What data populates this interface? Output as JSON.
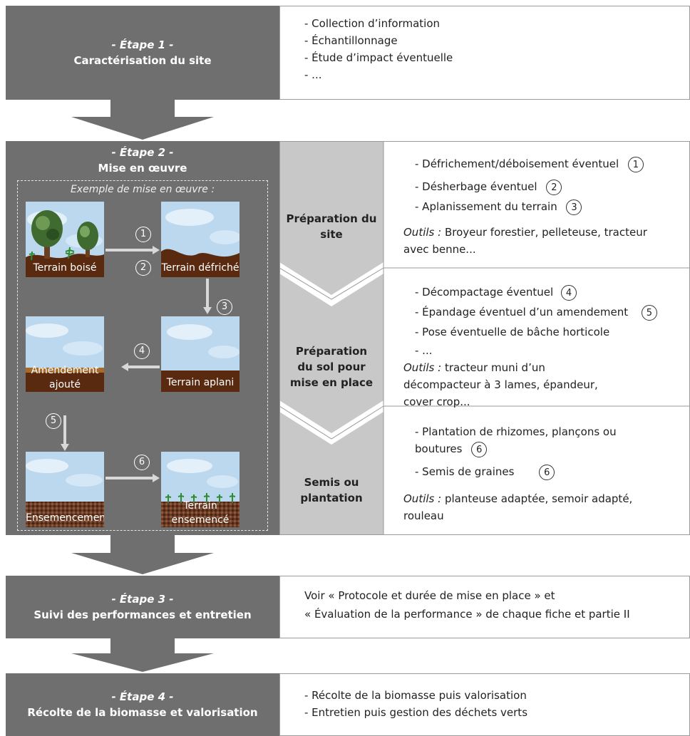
{
  "step1": {
    "step_label": "- Étape 1 -",
    "title": "Caractérisation du site",
    "items": [
      "- Collection d’information",
      "- Échantillonnage",
      "- Étude d’impact éventuelle",
      "- ..."
    ]
  },
  "step2": {
    "step_label": "- Étape 2 -",
    "title": "Mise en œuvre",
    "example_title": "Exemple de mise en œuvre :",
    "tiles": {
      "boise": "Terrain boisé",
      "defriche": "Terrain défriché",
      "aplani": "Terrain aplani",
      "amendement": "Amendement ajouté",
      "ensemencement": "Ensemencement",
      "ensemence": "Terrain ensemencé"
    },
    "markers": [
      "1",
      "2",
      "3",
      "4",
      "5",
      "6"
    ],
    "phases": [
      {
        "label": "Préparation du site",
        "items": [
          {
            "text": "- Défrichement/déboisement éventuel",
            "marker": "1"
          },
          {
            "text": "- Désherbage éventuel",
            "marker": "2"
          },
          {
            "text": "- Aplanissement du terrain",
            "marker": "3"
          }
        ],
        "tools_label": "Outils :",
        "tools": "Broyeur forestier, pelleteuse, tracteur avec benne..."
      },
      {
        "label": "Préparation du sol pour mise en place",
        "items": [
          {
            "text": "- Décompactage éventuel",
            "marker": "4"
          },
          {
            "text": "- Épandage éventuel d’un amendement",
            "marker": "5"
          },
          {
            "text": "- Pose éventuelle de bâche horticole",
            "marker": ""
          },
          {
            "text": "- ...",
            "marker": ""
          }
        ],
        "tools_label": "Outils :",
        "tools": "tracteur muni d’un décompacteur à 3 lames, épandeur, cover crop..."
      },
      {
        "label": "Semis ou plantation",
        "items": [
          {
            "text": "- Plantation de rhizomes, plançons ou boutures",
            "marker": "6"
          },
          {
            "text": "- Semis de graines",
            "marker": "6"
          }
        ],
        "tools_label": "Outils :",
        "tools": "planteuse adaptée, semoir adapté, rouleau"
      }
    ]
  },
  "step3": {
    "step_label": "- Étape 3 -",
    "title": "Suivi des performances et entretien",
    "text_line1": "Voir « Protocole et durée de mise en place » et",
    "text_line2": "« Évaluation de la performance » de chaque fiche et partie II"
  },
  "step4": {
    "step_label": "- Étape 4 -",
    "title": "Récolte de la biomasse et valorisation",
    "items": [
      "- Récolte de la biomasse puis valorisation",
      "- Entretien puis gestion des déchets verts"
    ]
  },
  "colors": {
    "step_box": "#6f6f6f",
    "arrow": "#6f6f6f",
    "phase_bg": "#c8c8c8",
    "sky": "#bcd8ee",
    "soil": "#5a2a10"
  }
}
